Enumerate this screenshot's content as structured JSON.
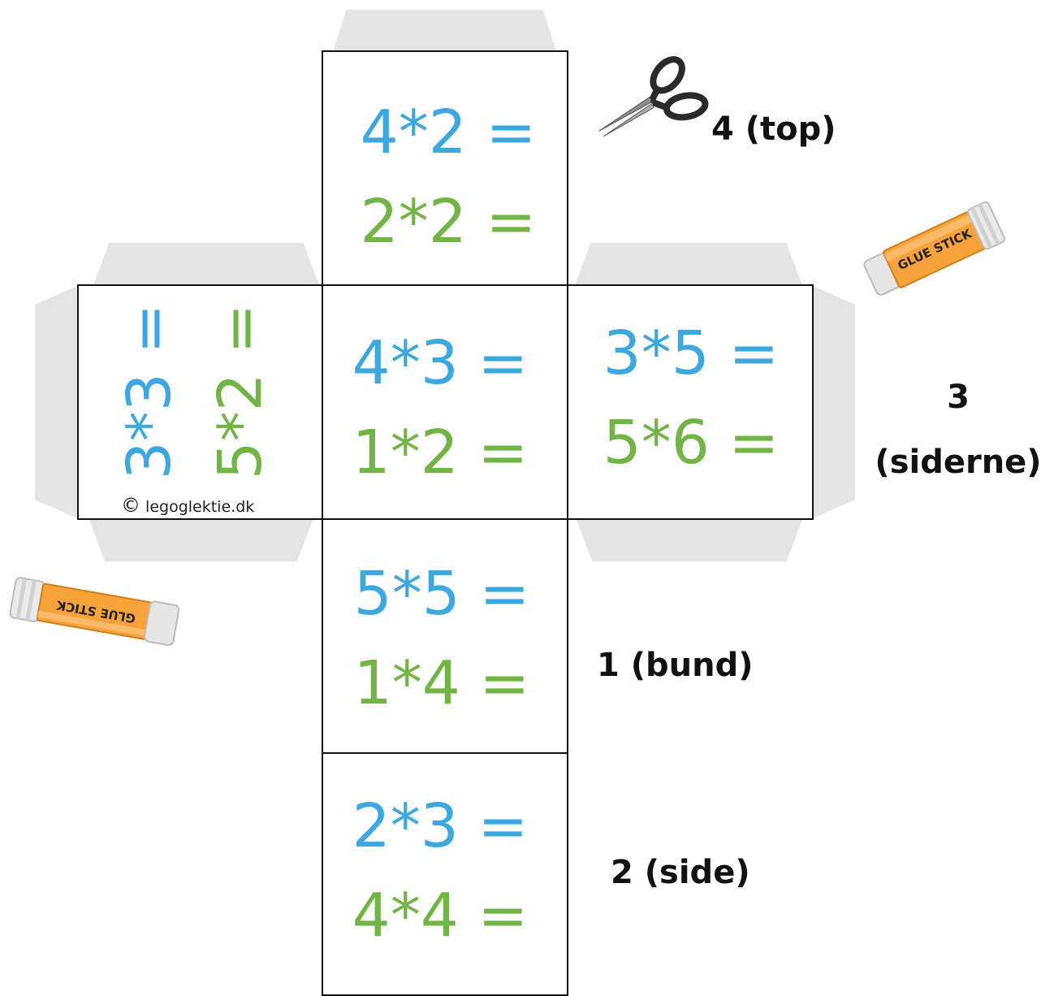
{
  "colors": {
    "blue": "#3da8e0",
    "green": "#72b446",
    "flap": "#e4e4e4",
    "border": "#111111"
  },
  "faces": {
    "top": {
      "line1": "4*2 =",
      "line2": "2*2 ="
    },
    "center": {
      "line1": "4*3 =",
      "line2": "1*2 ="
    },
    "left": {
      "line1": "3*3 =",
      "line2": "5*2 ="
    },
    "right": {
      "line1": "3*5 =",
      "line2": "5*6 ="
    },
    "below": {
      "line1": "5*5 =",
      "line2": "1*4 ="
    },
    "bottom": {
      "line1": "2*3 =",
      "line2": "4*4 ="
    }
  },
  "copyright": {
    "symbol": "©",
    "text": "legoglektie.dk"
  },
  "labels": {
    "top": "4 (top)",
    "sides_number": "3",
    "sides_text": "(siderne)",
    "bund": "1 (bund)",
    "side": "2 (side)"
  },
  "glue_stick_text": "GLUE STICK",
  "icons": [
    "scissors-icon",
    "glue-stick-icon"
  ]
}
